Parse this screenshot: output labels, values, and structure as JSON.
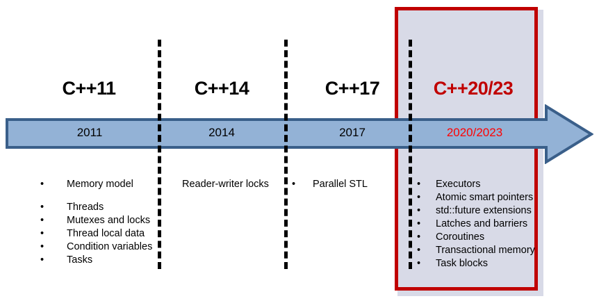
{
  "colors": {
    "arrow_fill": "#93b2d6",
    "arrow_stroke": "#3a5f8a",
    "highlight_border": "#c00000",
    "accent_text": "#c00000",
    "year_accent_text": "#ff0000",
    "divider": "#000000",
    "text": "#000000"
  },
  "timeline": {
    "eras": [
      {
        "title": "C++11",
        "year": "2011",
        "accent": false,
        "features": [
          {
            "label": "Memory model",
            "gap_after": true
          },
          {
            "label": "Threads"
          },
          {
            "label": "Mutexes and locks"
          },
          {
            "label": "Thread local data"
          },
          {
            "label": "Condition variables"
          },
          {
            "label": "Tasks"
          }
        ]
      },
      {
        "title": "C++14",
        "year": "2014",
        "accent": false,
        "features": [
          {
            "label": "Reader-writer locks"
          }
        ]
      },
      {
        "title": "C++17",
        "year": "2017",
        "accent": false,
        "features": [
          {
            "label": "Parallel STL"
          }
        ]
      },
      {
        "title": "C++20/23",
        "year": "2020/2023",
        "accent": true,
        "features": [
          {
            "label": "Executors"
          },
          {
            "label": "Atomic smart pointers"
          },
          {
            "label": "std::future extensions"
          },
          {
            "label": "Latches and barriers"
          },
          {
            "label": "Coroutines"
          },
          {
            "label": "Transactional memory"
          },
          {
            "label": "Task blocks"
          }
        ]
      }
    ],
    "bullet_glyph": "•"
  }
}
